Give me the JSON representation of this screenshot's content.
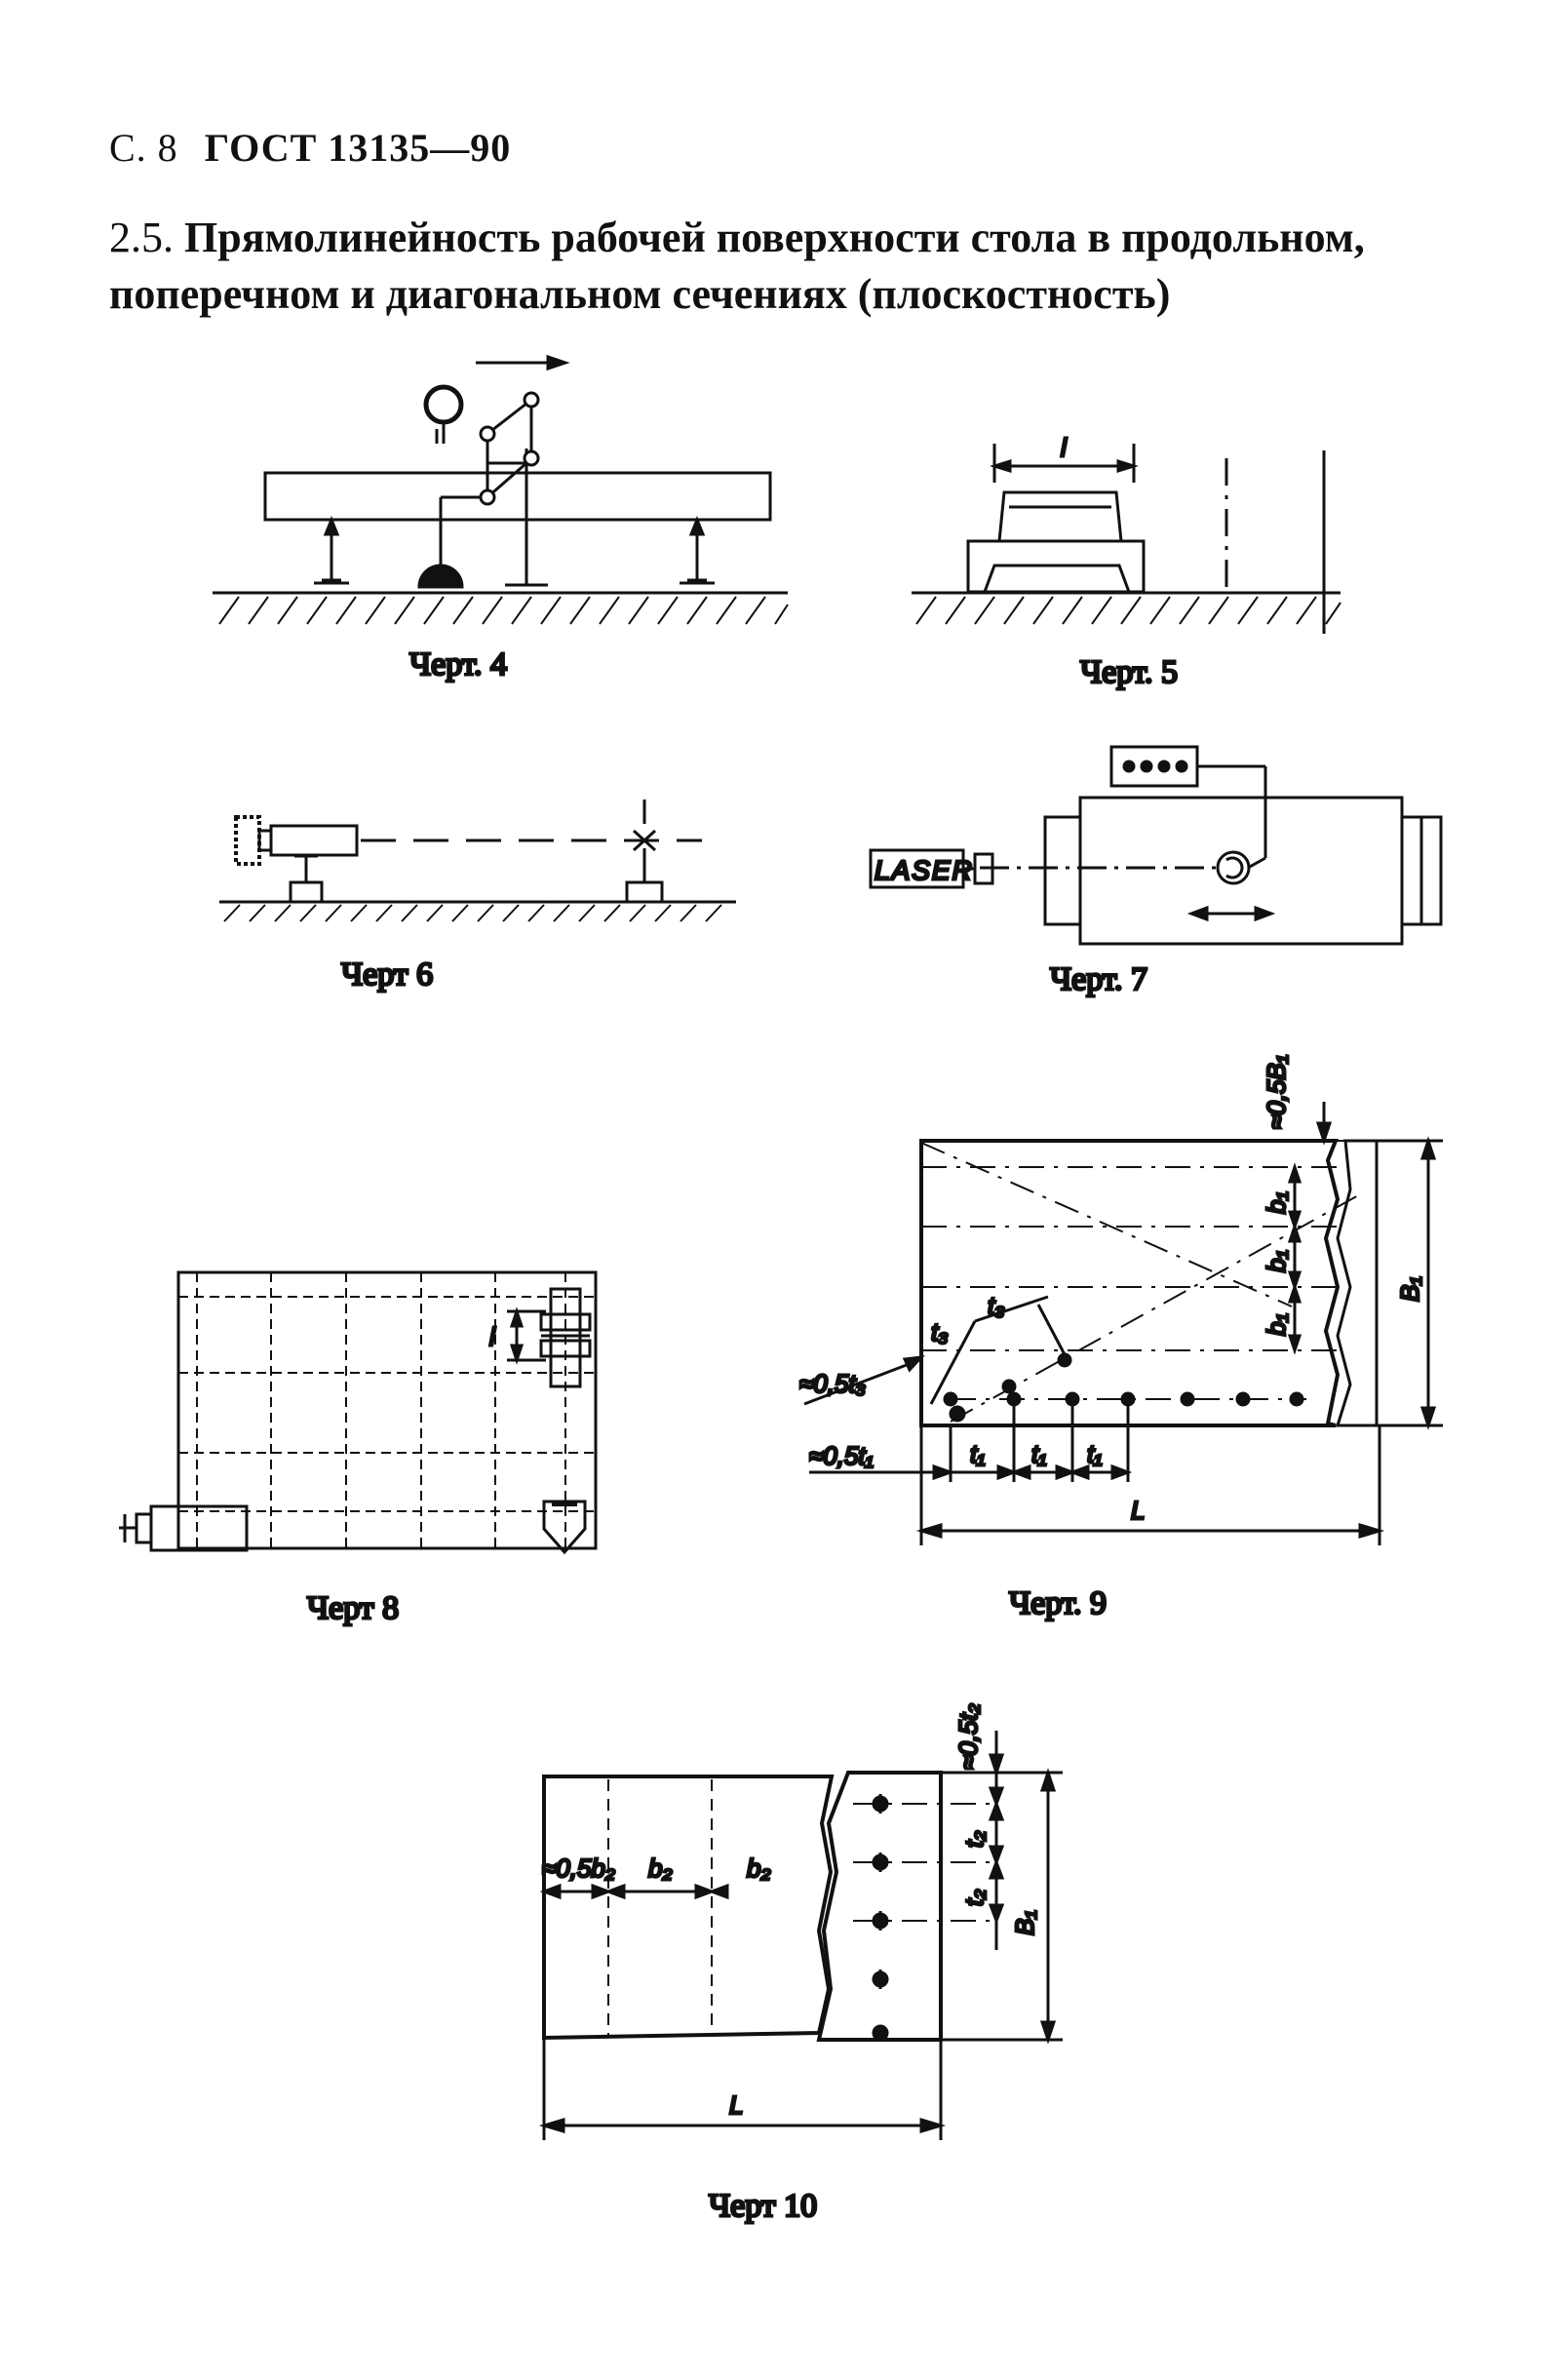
{
  "header": {
    "page": "С. 8",
    "standard": "ГОСТ 13135—90"
  },
  "section": {
    "number": "2.5.",
    "title": "Прямолинейность рабочей поверхности стола в продольном, поперечном и диагональном сечениях (плоскостность)"
  },
  "figures": {
    "fig4": {
      "caption": "Черт. 4"
    },
    "fig5": {
      "caption": "Черт. 5",
      "dim_l": "l"
    },
    "fig6": {
      "caption": "Черт 6"
    },
    "fig7": {
      "caption": "Черт. 7",
      "laser_label": "LASER"
    },
    "fig8": {
      "caption": "Черт 8",
      "dim_l": "l"
    },
    "fig9": {
      "caption": "Черт. 9",
      "labels": {
        "half_B1": "≈0,5B₁",
        "b1": "b₁",
        "B1": "B₁",
        "t3": "t₃",
        "half_t3": "≈0,5t₃",
        "half_t1": "≈0,5t₁",
        "t1": "t₁",
        "L": "L"
      }
    },
    "fig10": {
      "caption": "Черт 10",
      "labels": {
        "half_t2": "≈0,5t₂",
        "t2": "t₂",
        "B1": "B₁",
        "half_b2": "≈0,5b₂",
        "b2": "b₂",
        "L": "L"
      }
    }
  }
}
